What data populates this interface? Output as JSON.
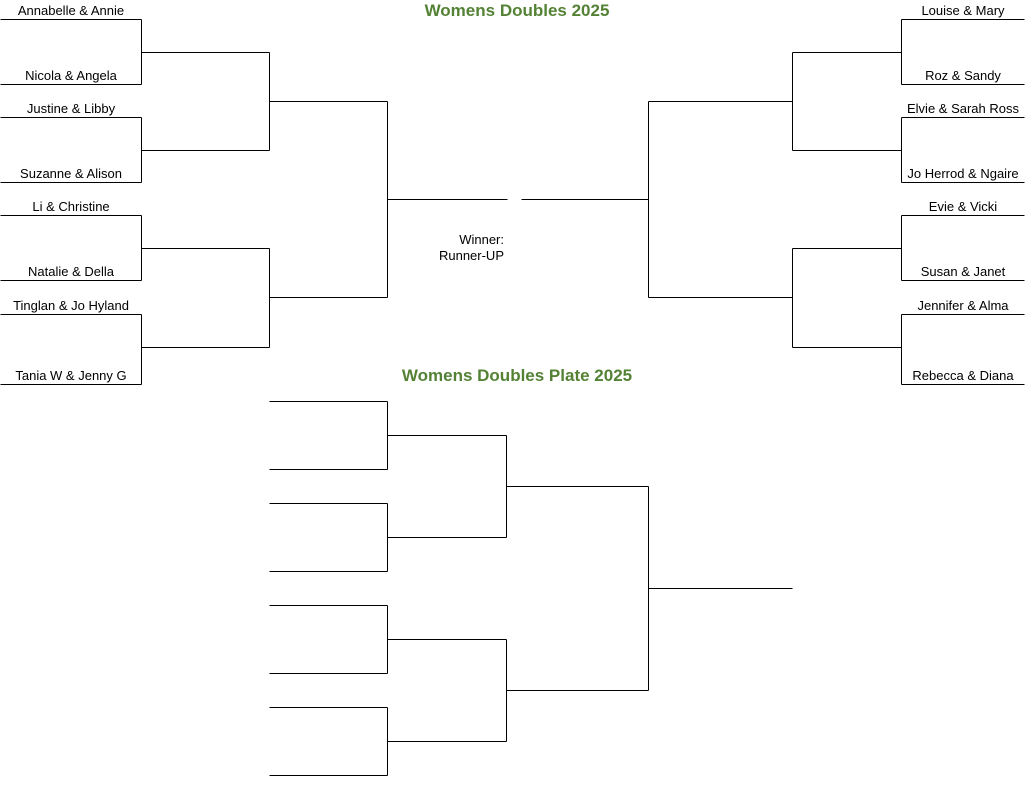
{
  "main_title": "Womens Doubles 2025",
  "plate_title": "Womens Doubles Plate 2025",
  "left_teams": [
    "Annabelle & Annie",
    "Nicola & Angela",
    "Justine & Libby",
    "Suzanne & Alison",
    "Li & Christine",
    "Natalie & Della",
    "Tinglan & Jo Hyland",
    "Tania W & Jenny G"
  ],
  "right_teams": [
    "Louise & Mary",
    "Roz & Sandy",
    "Elvie & Sarah Ross",
    "Jo Herrod & Ngaire",
    "Evie & Vicki",
    "Susan & Janet",
    "Jennifer & Alma",
    "Rebecca & Diana"
  ],
  "result": {
    "winner_label": "Winner:",
    "runner_up_label": "Runner-UP"
  },
  "colors": {
    "title": "#548235",
    "lines": "#000000",
    "text": "#000000"
  }
}
